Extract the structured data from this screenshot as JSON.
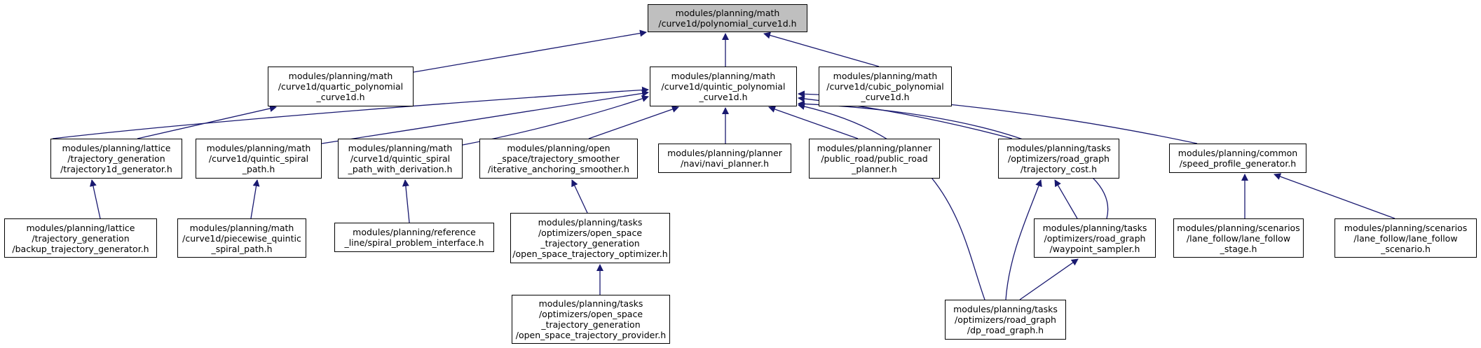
{
  "nodes": {
    "n0": {
      "label": "modules/planning/math\n/curve1d/polynomial_curve1d.h"
    },
    "n1": {
      "label": "modules/planning/math\n/curve1d/quartic_polynomial\n_curve1d.h"
    },
    "n2": {
      "label": "modules/planning/math\n/curve1d/quintic_polynomial\n_curve1d.h"
    },
    "n3": {
      "label": "modules/planning/math\n/curve1d/cubic_polynomial\n_curve1d.h"
    },
    "n4": {
      "label": "modules/planning/lattice\n/trajectory_generation\n/trajectory1d_generator.h"
    },
    "n5": {
      "label": "modules/planning/math\n/curve1d/quintic_spiral\n_path.h"
    },
    "n6": {
      "label": "modules/planning/math\n/curve1d/quintic_spiral\n_path_with_derivation.h"
    },
    "n7": {
      "label": "modules/planning/open\n_space/trajectory_smoother\n/iterative_anchoring_smoother.h"
    },
    "n8": {
      "label": "modules/planning/planner\n/navi/navi_planner.h"
    },
    "n9": {
      "label": "modules/planning/planner\n/public_road/public_road\n_planner.h"
    },
    "n10": {
      "label": "modules/planning/tasks\n/optimizers/road_graph\n/trajectory_cost.h"
    },
    "n11": {
      "label": "modules/planning/common\n/speed_profile_generator.h"
    },
    "n12": {
      "label": "modules/planning/lattice\n/trajectory_generation\n/backup_trajectory_generator.h"
    },
    "n13": {
      "label": "modules/planning/math\n/curve1d/piecewise_quintic\n_spiral_path.h"
    },
    "n14": {
      "label": "modules/planning/reference\n_line/spiral_problem_interface.h"
    },
    "n15": {
      "label": "modules/planning/tasks\n/optimizers/open_space\n_trajectory_generation\n/open_space_trajectory_optimizer.h"
    },
    "n16": {
      "label": "modules/planning/tasks\n/optimizers/road_graph\n/waypoint_sampler.h"
    },
    "n17": {
      "label": "modules/planning/scenarios\n/lane_follow/lane_follow\n_stage.h"
    },
    "n18": {
      "label": "modules/planning/scenarios\n/lane_follow/lane_follow\n_scenario.h"
    },
    "n19": {
      "label": "modules/planning/tasks\n/optimizers/open_space\n_trajectory_generation\n/open_space_trajectory_provider.h"
    },
    "n20": {
      "label": "modules/planning/tasks\n/optimizers/road_graph\n/dp_road_graph.h"
    }
  },
  "edges": [
    {
      "from": "n1",
      "to": "n0"
    },
    {
      "from": "n2",
      "to": "n0"
    },
    {
      "from": "n3",
      "to": "n0"
    },
    {
      "from": "n4",
      "to": "n1"
    },
    {
      "from": "n4",
      "to": "n2"
    },
    {
      "from": "n5",
      "to": "n2"
    },
    {
      "from": "n6",
      "to": "n2"
    },
    {
      "from": "n7",
      "to": "n2"
    },
    {
      "from": "n8",
      "to": "n2"
    },
    {
      "from": "n9",
      "to": "n2"
    },
    {
      "from": "n10",
      "to": "n2"
    },
    {
      "from": "n11",
      "to": "n2"
    },
    {
      "from": "n20",
      "to": "n2"
    },
    {
      "from": "n16",
      "to": "n2"
    },
    {
      "from": "n12",
      "to": "n4"
    },
    {
      "from": "n13",
      "to": "n5"
    },
    {
      "from": "n14",
      "to": "n6"
    },
    {
      "from": "n15",
      "to": "n7"
    },
    {
      "from": "n19",
      "to": "n15"
    },
    {
      "from": "n16",
      "to": "n10"
    },
    {
      "from": "n20",
      "to": "n10"
    },
    {
      "from": "n20",
      "to": "n16"
    },
    {
      "from": "n17",
      "to": "n11"
    },
    {
      "from": "n18",
      "to": "n11"
    }
  ],
  "colors": {
    "edge": "#191970",
    "root_fill": "#bfbfbf",
    "node_fill": "#ffffff",
    "border": "#000000"
  }
}
